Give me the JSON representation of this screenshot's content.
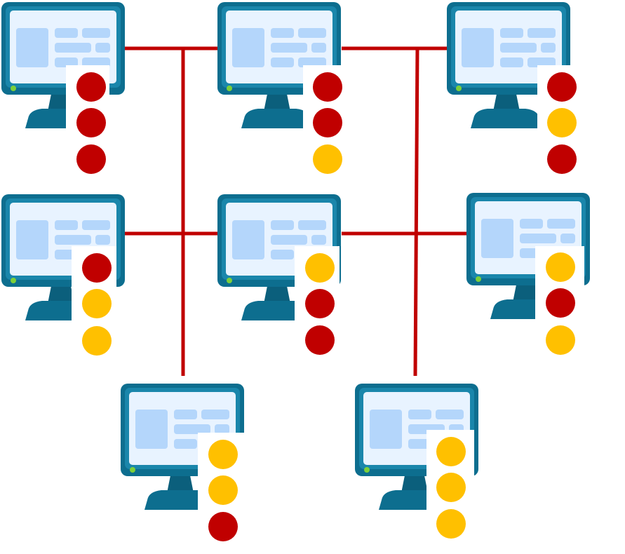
{
  "colors": {
    "cable": "#c00000",
    "status_red": "#c00000",
    "status_yellow": "#ffc000",
    "monitor_frame": "#0d6e8f",
    "monitor_screen": "#e8f3ff",
    "monitor_ui_blocks": "#b4d6fb",
    "power_led": "#7ccf3a"
  },
  "icons": {
    "node": "computer-monitor-icon",
    "indicator": "status-light"
  },
  "nodes": [
    {
      "id": "row1-left",
      "indicators": [
        "red",
        "red",
        "red"
      ]
    },
    {
      "id": "row1-center",
      "indicators": [
        "red",
        "red",
        "yellow"
      ]
    },
    {
      "id": "row1-right",
      "indicators": [
        "red",
        "yellow",
        "red"
      ]
    },
    {
      "id": "row2-left",
      "indicators": [
        "red",
        "yellow",
        "yellow"
      ]
    },
    {
      "id": "row2-center",
      "indicators": [
        "yellow",
        "red",
        "red"
      ]
    },
    {
      "id": "row2-right",
      "indicators": [
        "yellow",
        "red",
        "yellow"
      ]
    },
    {
      "id": "row3-left",
      "indicators": [
        "yellow",
        "yellow",
        "red"
      ]
    },
    {
      "id": "row3-right",
      "indicators": [
        "yellow",
        "yellow",
        "yellow"
      ]
    }
  ]
}
